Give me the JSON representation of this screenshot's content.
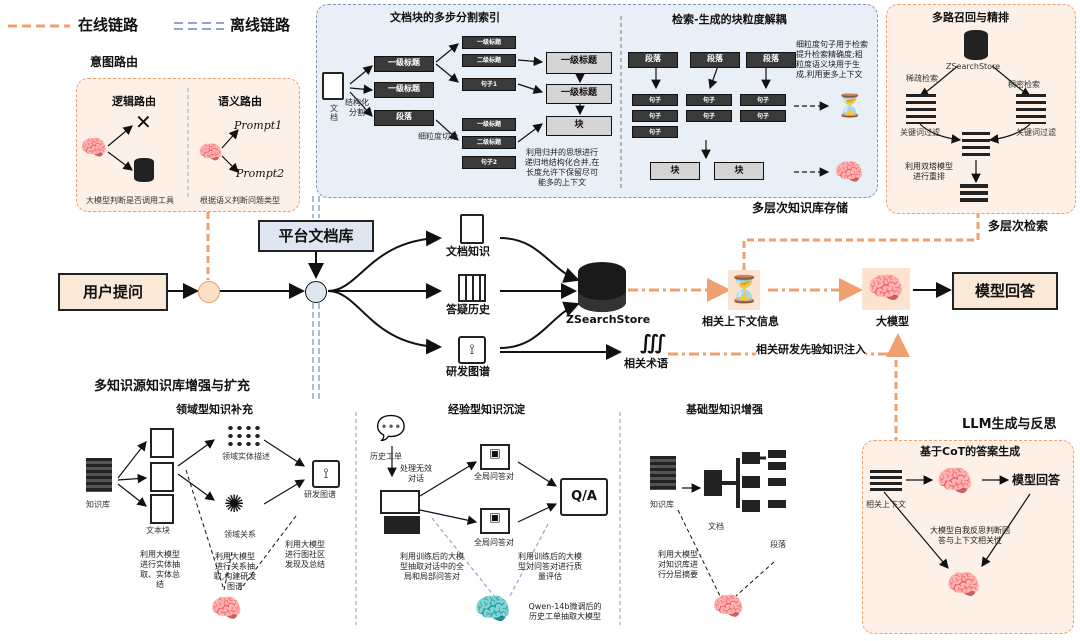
{
  "legend": {
    "online": "在线链路",
    "offline": "离线链路"
  },
  "intent": {
    "title": "意图路由",
    "logic_title": "逻辑路由",
    "semantic_title": "语义路由",
    "logic_caption": "大模型判断是否调用工具",
    "semantic_caption": "根据语义判断问题类型",
    "prompt1": "Prompt1",
    "prompt2": "Prompt2"
  },
  "chunk_index": {
    "title": "文档块的多步分割索引",
    "doc_label": "文档",
    "structured_split": "结构化分割",
    "fine_split": "细粒度切分",
    "h1": "一级标题",
    "h2": "二级标题",
    "para": "段落",
    "h2_small": "二级标题",
    "sentence1": "句子1",
    "sentence2": "句子2",
    "block": "块",
    "merge_note": "利用归并的思想进行递归地结构化合并,在长度允许下保留尽可能多的上下文"
  },
  "retrieval_gen": {
    "title": "检索-生成的块粒度解耦",
    "para": "段落",
    "sentence": "句子",
    "block": "块",
    "note": "细粒度句子用于检索提升检索精确度;粗粒度语义块用于生成,利用更多上下文"
  },
  "multi_recall": {
    "title": "多路召回与精排",
    "store": "ZSearchStore",
    "sparse": "稀疏检索",
    "dense": "稠密检索",
    "kw_filter_left": "关键词过滤",
    "kw_filter_right": "关键词过滤",
    "rerank": "利用双塔模型进行重排"
  },
  "storage_label": "多层次知识库存储",
  "retrieval_label": "多层次检索",
  "flow": {
    "user_query": "用户提问",
    "platform": "平台文档库",
    "doc_knowledge": "文档知识",
    "qa_history": "答疑历史",
    "rd_graph": "研发图谱",
    "store": "ZSearchStore",
    "related_context": "相关上下文信息",
    "llm": "大模型",
    "answer": "模型回答",
    "terms": "相关术语",
    "prior_inject": "相关研发先验知识注入"
  },
  "multi_source": {
    "title": "多知识源知识库增强与扩充",
    "domain_title": "领域型知识补充",
    "exp_title": "经验型知识沉淀",
    "base_title": "基础型知识增强",
    "kb": "知识库",
    "entity_desc": "领域实体描述",
    "text_block": "文本块",
    "domain_rel": "领域关系",
    "rd_graph": "研发图谱",
    "entity_extract": "利用大模型进行实体抽取、实体总结",
    "rel_extract": "利用大模型进行关系抽取,构建研发图谱",
    "community": "利用大模型进行图社区发现及总结",
    "ticket": "历史工单",
    "ticket_proc": "处理无效对话",
    "global_qa1": "全局问答对",
    "global_qa2": "全局问答对",
    "qa": "Q/A",
    "train_extract": "利用训练后的大模型抽取对话中的全局和局部问答对",
    "train_eval": "利用训练后的大模型对问答对进行质量评估",
    "qwen": "Qwen-14b微调后的历史工单抽取大模型",
    "kb2": "知识库",
    "doc": "文档",
    "para": "段落",
    "layer_summary": "利用大模型对知识库进行分层摘要"
  },
  "llm_gen": {
    "title": "LLM生成与反思",
    "cot_title": "基于CoT的答案生成",
    "context": "相关上下文",
    "answer": "模型回答",
    "reflect": "大模型自我反思判断回答与上下文相关性"
  },
  "colors": {
    "orange_line": "#f0a070",
    "blue_line": "#8fa6c8",
    "panel_orange": "#fdf1e7",
    "panel_blue": "#e9eff6",
    "key_fill": "#fbe9d8"
  }
}
